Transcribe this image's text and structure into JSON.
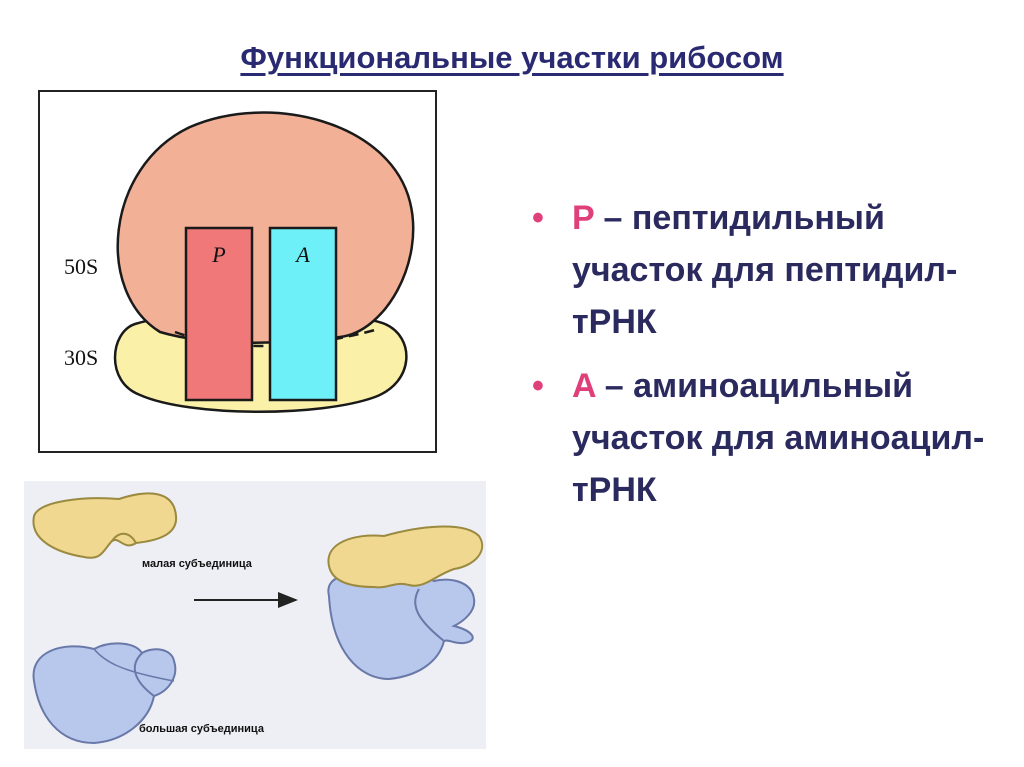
{
  "title": "Функциональные участки рибосом",
  "ribosome_diagram": {
    "large_subunit_label": "50S",
    "small_subunit_label": "30S",
    "p_site_label": "P",
    "a_site_label": "A",
    "colors": {
      "large_subunit": "#f2b096",
      "small_subunit": "#faf0a8",
      "p_site": "#f07878",
      "a_site": "#6ef0f8"
    }
  },
  "subunit_diagram": {
    "small_subunit_caption": "малая субъединица",
    "large_subunit_caption": "большая субъединица",
    "colors": {
      "small_subunit": "#f0d890",
      "large_subunit": "#b8c8ec",
      "background": "#eeeef5"
    }
  },
  "bullets": [
    {
      "letter": "P",
      "text": " – пептидильный участок для пептидил-тРНК"
    },
    {
      "letter": "A",
      "text": " – аминоацильный участок для аминоацил-тРНК"
    }
  ],
  "bullet_marker": "•"
}
